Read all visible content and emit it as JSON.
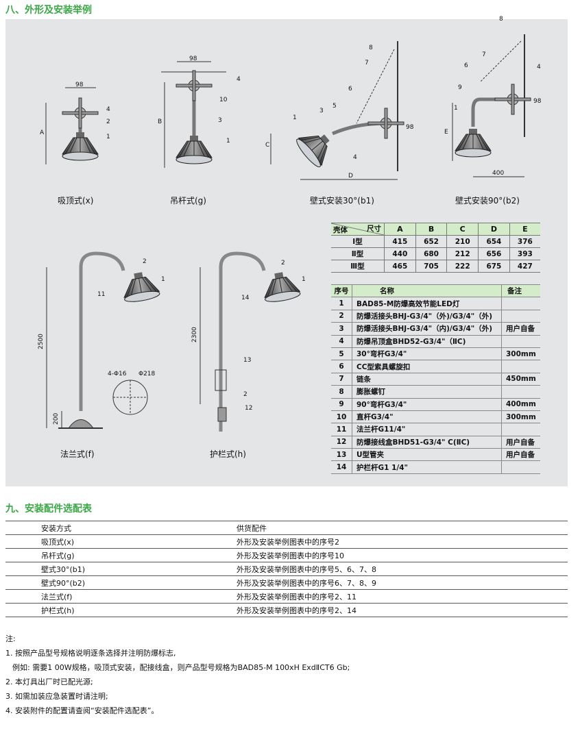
{
  "section8_title": "八、外形及安装举例",
  "section9_title": "九、安装配件选配表",
  "diagrams": {
    "captions": [
      "吸顶式(x)",
      "吊杆式(g)",
      "壁式安装30°(b1)",
      "壁式安装90°(b2)",
      "法兰式(f)",
      "护栏式(h)"
    ],
    "d1": {
      "w": "98",
      "dim": "A",
      "n4": "4",
      "n2": "2",
      "n1": "1"
    },
    "d2": {
      "w": "98",
      "dim": "B",
      "n4": "4",
      "n10": "10",
      "n3": "3",
      "n1": "1"
    },
    "d3": {
      "n8": "8",
      "n7": "7",
      "n6": "6",
      "n5": "5",
      "n3": "3",
      "n1": "1",
      "n4": "4",
      "w": "98",
      "dimC": "C",
      "dimD": "D"
    },
    "d4": {
      "n8": "8",
      "n7": "7",
      "n6": "6",
      "n9": "9",
      "n4": "4",
      "n1": "1",
      "w": "98",
      "dimE": "E",
      "len": "400"
    },
    "d5": {
      "h": "2500",
      "base": "200",
      "n11": "11",
      "n2": "2",
      "n1": "1",
      "holes": "4-Φ16",
      "dia": "Φ218"
    },
    "d6": {
      "h": "2300",
      "n14": "14",
      "n2a": "2",
      "n1": "1",
      "n13": "13",
      "n2b": "2",
      "n12": "12"
    }
  },
  "dim_table": {
    "corner_top": "尺寸",
    "corner_bottom": "壳体",
    "headers": [
      "A",
      "B",
      "C",
      "D",
      "E"
    ],
    "rows": [
      {
        "type": "Ⅰ型",
        "values": [
          "415",
          "652",
          "210",
          "654",
          "376"
        ]
      },
      {
        "type": "Ⅱ型",
        "values": [
          "440",
          "680",
          "212",
          "656",
          "393"
        ]
      },
      {
        "type": "Ⅲ型",
        "values": [
          "465",
          "705",
          "222",
          "675",
          "427"
        ]
      }
    ]
  },
  "parts_table": {
    "headers": [
      "序号",
      "名称",
      "备注"
    ],
    "rows": [
      [
        "1",
        "BAD85-M防爆高效节能LED灯",
        ""
      ],
      [
        "2",
        "防爆活接头BHJ-G3/4\"（外)/G3/4\"（外)",
        ""
      ],
      [
        "3",
        "防爆活接头BHJ-G3/4\"（内)/G3/4\"（外)",
        "用户自备"
      ],
      [
        "4",
        "防爆吊顶盒BHD52-G3/4\"（ⅡC)",
        ""
      ],
      [
        "5",
        "30°弯杆G3/4\"",
        "300mm"
      ],
      [
        "6",
        "CC型索具螺旋扣",
        ""
      ],
      [
        "7",
        "链条",
        "450mm"
      ],
      [
        "8",
        "膨胀螺钉",
        ""
      ],
      [
        "9",
        "90°弯杆G3/4\"",
        "400mm"
      ],
      [
        "10",
        "直杆G3/4\"",
        "300mm"
      ],
      [
        "11",
        "法兰杆G11/4\"",
        ""
      ],
      [
        "12",
        "防爆接线盒BHD51-G3/4\" C(ⅡC)",
        "用户自备"
      ],
      [
        "13",
        "U型管夹",
        "用户自备"
      ],
      [
        "14",
        "护栏杆G1 1/4\"",
        ""
      ]
    ]
  },
  "accessory_table": {
    "headers": [
      "安装方式",
      "供货配件"
    ],
    "rows": [
      [
        "吸顶式(x)",
        "外形及安装举例图表中的序号2"
      ],
      [
        "吊杆式(g)",
        "外形及安装举例图表中的序号10"
      ],
      [
        "壁式30°(b1)",
        "外形及安装举例图表中的序号5、6、7、8"
      ],
      [
        "壁式90°(b2)",
        "外形及安装举例图表中的序号6、7、8、9"
      ],
      [
        "法兰式(f)",
        "外形及安装举例图表中的序号2、11"
      ],
      [
        "护栏式(h)",
        "外形及安装举例图表中的序号2、14"
      ]
    ]
  },
  "notes": [
    "注:",
    "1. 按照产品型号规格说明逐条选择并注明防爆标志,",
    "   例如:  需要1 00W规格，吸顶式安装，配接线盒，则产品型号规格为BAD85-M 100xH  ExdⅡCT6 Gb;",
    "2. 本灯具出厂时已配光源;",
    "3. 如需加装应急装置时请注明;",
    "4. 安装附件的配置请查阅“安装配件选配表”。"
  ],
  "colors": {
    "accent": "#3aa845",
    "panel": "#e4e5e7",
    "table_header": "#d4ecc9"
  }
}
